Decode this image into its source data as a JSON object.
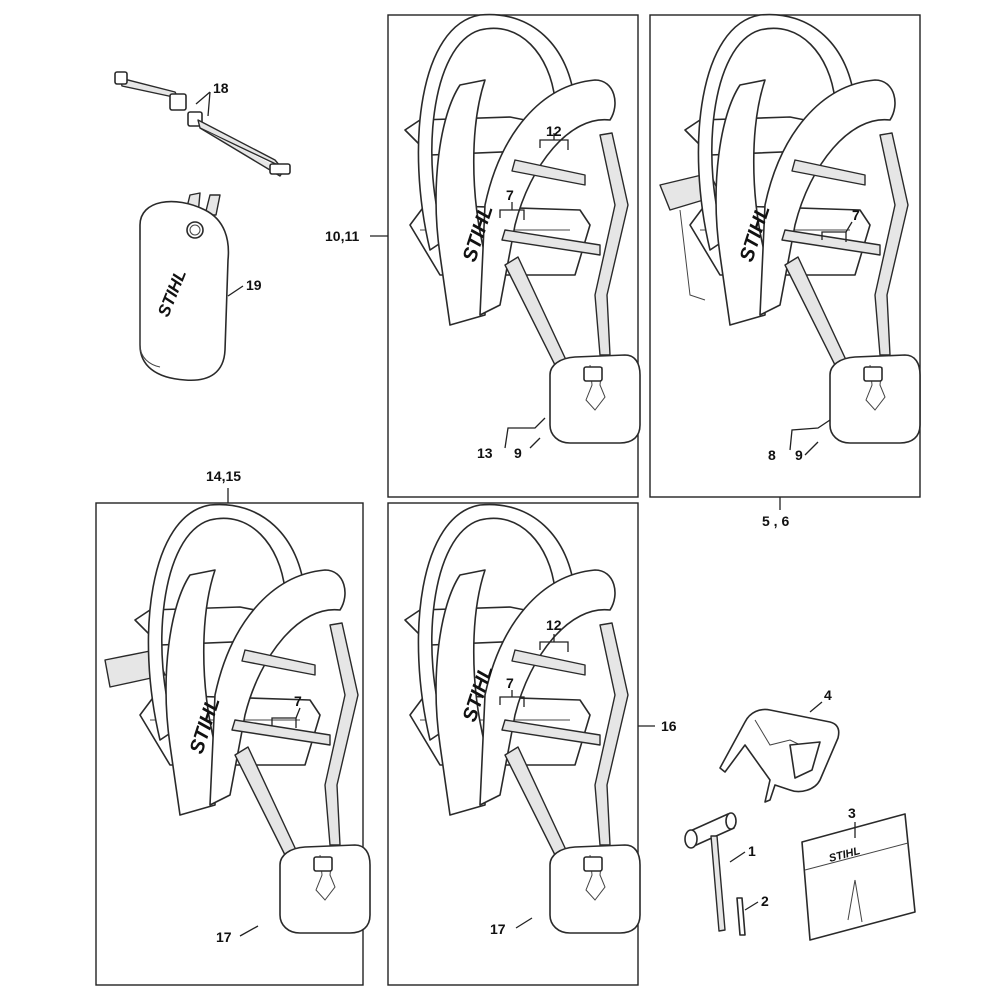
{
  "brand": "STIHL",
  "colors": {
    "line": "#222222",
    "fill": "#ffffff",
    "shade": "#e6e6e6"
  },
  "labels": {
    "l18": "18",
    "l19": "19",
    "l10_11": "10,11",
    "l12a": "12",
    "l7a": "7",
    "l13": "13",
    "l9a": "9",
    "l7b": "7",
    "l8": "8",
    "l9b": "9",
    "l5_6": "5 , 6",
    "l14_15": "14,15",
    "l7c": "7",
    "l17a": "17",
    "l12b": "12",
    "l7d": "7",
    "l16": "16",
    "l17b": "17",
    "l4": "4",
    "l1": "1",
    "l2": "2",
    "l3": "3"
  }
}
